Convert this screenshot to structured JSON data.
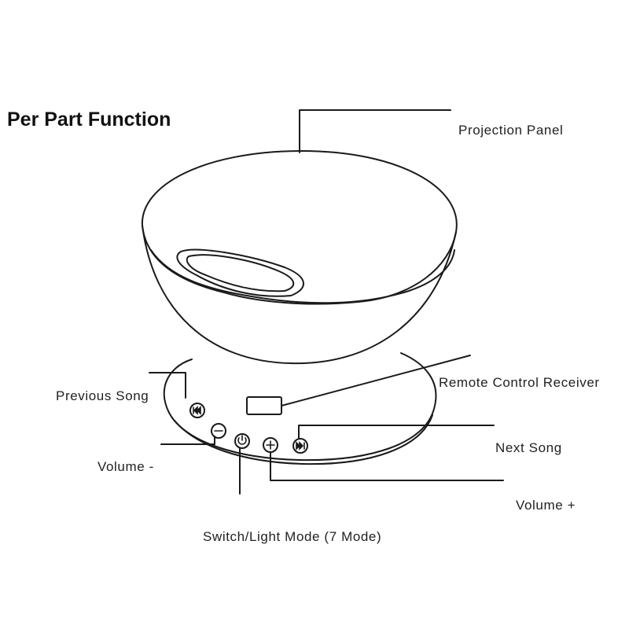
{
  "title": "Per Part Function",
  "labels": {
    "projection_panel": "Projection Panel",
    "remote_receiver": "Remote Control Receiver",
    "previous_song": "Previous Song",
    "next_song": "Next Song",
    "volume_minus": "Volume -",
    "volume_plus": "Volume +",
    "switch_light": "Switch/Light Mode (7 Mode)"
  },
  "icons": {
    "previous": "previous-track-icon",
    "volume_minus": "minus-icon",
    "power": "power-icon",
    "volume_plus": "plus-icon",
    "next": "next-track-icon"
  },
  "colors": {
    "line": "#1a1a1a",
    "text": "#222222",
    "background": "#ffffff"
  }
}
